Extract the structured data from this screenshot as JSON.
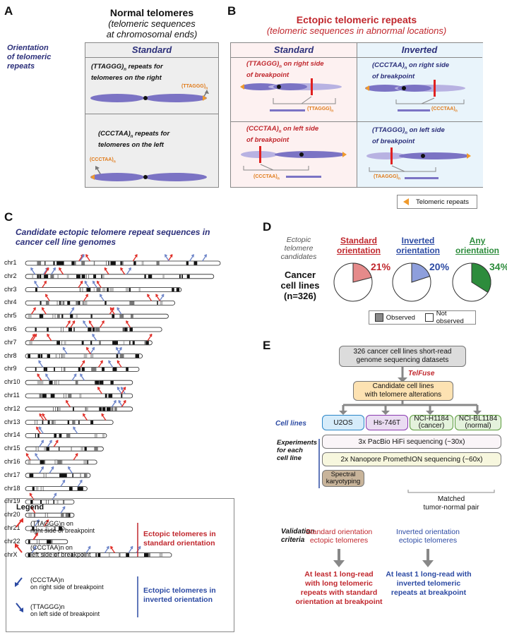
{
  "panelA": {
    "label": "A",
    "title": "Normal telomeres",
    "subtitle1": "(telomeric sequences",
    "subtitle2": "at chromosomal ends)",
    "side1": "Orientation",
    "side2": "of telomeric",
    "side3": "repeats",
    "col": "Standard",
    "row1_a": "(TTAGGG)",
    "row1_sub": "n",
    "row1_b": " repeats for",
    "row1_c": "telomeres on the right",
    "row1_tag": "(TTAGGG)",
    "row2_a": "(CCCTAA)",
    "row2_b": " repeats for",
    "row2_c": "telomeres on the left",
    "row2_tag": "(CCCTAA)"
  },
  "panelB": {
    "label": "B",
    "title": "Ectopic telomeric repeats",
    "subtitle": "(telomeric sequences in abnormal locations)",
    "col1": "Standard",
    "col2": "Inverted",
    "s1_a": "(TTAGGG)",
    "s1_b": " on right side",
    "s1_c": "of breakpoint",
    "s1_tag": "(TTAGGG)",
    "s2_a": "(CCCTAA)",
    "s2_b": " on left side",
    "s2_c": "of breakpoint",
    "s2_tag": "(CCCTAA)",
    "i1_a": "(CCCTAA)",
    "i1_b": " on right side",
    "i1_c": "of breakpoint",
    "i1_tag": "(CCCTAA)",
    "i2_a": "(TTAGGG)",
    "i2_b": " on left side",
    "i2_c": "of breakpoint",
    "i2_tag": "(TAAGGG)",
    "sub": "n",
    "legend": "Telomeric repeats"
  },
  "panelC": {
    "label": "C",
    "title1": "Candidate ectopic telomere repeat sequences in",
    "title2": "cancer cell line genomes",
    "chromosomes": [
      "chr1",
      "chr2",
      "chr3",
      "chr4",
      "chr5",
      "chr6",
      "chr7",
      "chr8",
      "chr9",
      "chr10",
      "chr11",
      "chr12",
      "chr13",
      "chr14",
      "chr15",
      "chr16",
      "chr17",
      "chr18",
      "chr19",
      "chr20",
      "chr21",
      "chr22",
      "chrX"
    ],
    "legend_title": "Legend",
    "leg1a": "(TTAGGG)n on",
    "leg1b": "right side of breakpoint",
    "leg2a": "(CCCTAA)n on",
    "leg2b": "left side of breakpoint",
    "leg3a": "(CCCTAA)n",
    "leg3b": "on right side of breakpoint",
    "leg4a": "(TTAGGG)n",
    "leg4b": "on left side of breakpoint",
    "grp1a": "Ectopic telomeres in",
    "grp1b": "standard orientation",
    "grp2a": "Ectopic telomeres in",
    "grp2b": "inverted orientation"
  },
  "panelD": {
    "label": "D",
    "cand1": "Ectopic",
    "cand2": "telomere",
    "cand3": "candidates",
    "row1": "Cancer",
    "row2": "cell lines",
    "row3": "(n=326)",
    "h1a": "Standard",
    "h1b": "orientation",
    "h2a": "Inverted",
    "h2b": "orientation",
    "h3a": "Any",
    "h3b": "orientation",
    "legend_obs": "Observed",
    "legend_not": "Not observed",
    "colors": {
      "standard": "#e58a8a",
      "inverted": "#8e9fdc",
      "any": "#2d8c3c"
    }
  },
  "chart_data": {
    "type": "pie",
    "categories": [
      "Standard orientation",
      "Inverted orientation",
      "Any orientation"
    ],
    "values": [
      21,
      20,
      34
    ],
    "labels": [
      "21%",
      "20%",
      "34%"
    ]
  },
  "panelE": {
    "label": "E",
    "top1": "326 cancer cell lines short-read",
    "top2": "genome sequencing datasets",
    "tool": "TelFuse",
    "cand1": "Candidate cell lines",
    "cand2": "with telomere alterations",
    "cell_lines_label": "Cell lines",
    "cl1": "U2OS",
    "cl2": "Hs-746T",
    "cl3a": "NCI-H1184",
    "cl3b": "(cancer)",
    "cl4a": "NCI-BL1184",
    "cl4b": "(normal)",
    "exp1": "Experiments",
    "exp2": "for each",
    "exp3": "cell line",
    "pacbio": "3x PacBio HiFi sequencing (~30x)",
    "nanopore": "2x Nanopore PromethION sequencing (~60x)",
    "sky1": "Spectral",
    "sky2": "karyotyping",
    "pair1": "Matched",
    "pair2": "tumor-normal pair",
    "val1": "Validation",
    "val2": "criteria",
    "std1": "Standard orientation",
    "std2": "ectopic telomeres",
    "std_res1": "At least 1 long-read",
    "std_res2": "with long telomeric",
    "std_res3": "repeats with standard",
    "std_res4": "orientation at breakpoint",
    "inv1": "Inverted orientation",
    "inv2": "ectopic telomeres",
    "inv_res1": "At least 1 long-read with",
    "inv_res2": "inverted telomeric",
    "inv_res3": "repeats at breakpoint"
  }
}
